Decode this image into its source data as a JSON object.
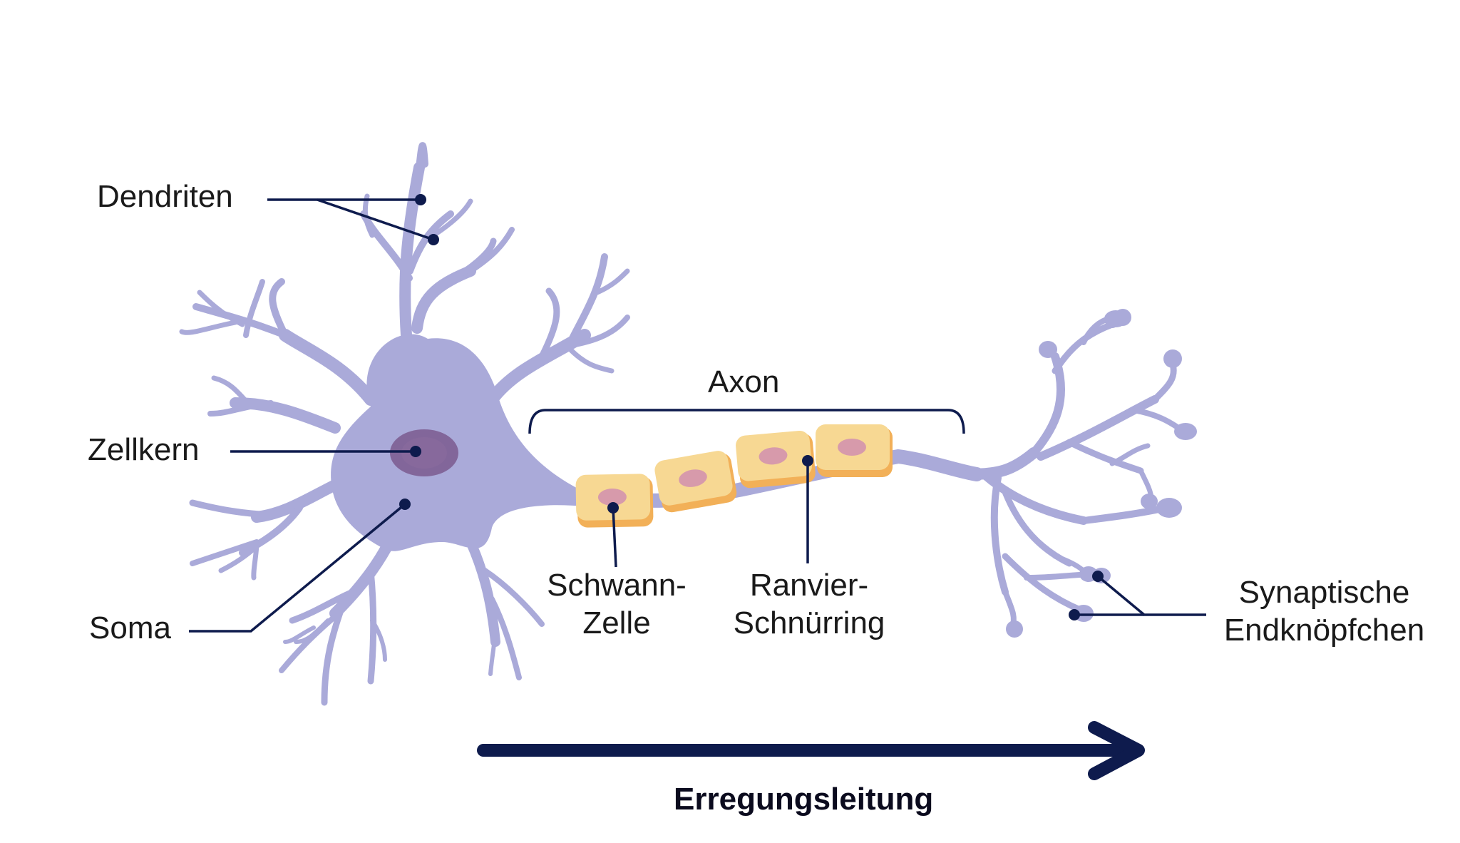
{
  "labels": {
    "dendriten": "Dendriten",
    "zellkern": "Zellkern",
    "soma": "Soma",
    "axon": "Axon",
    "schwann_1": "Schwann-",
    "schwann_2": "Zelle",
    "ranvier_1": "Ranvier-",
    "ranvier_2": "Schnürring",
    "synaptic_1": "Synaptische",
    "synaptic_2": "Endknöpfchen",
    "direction": "Erregungsleitung"
  },
  "colors": {
    "neuron": "#aaaad9",
    "nucleus": "#7b5a8e",
    "schwann_cell": "#f7d893",
    "schwann_edge": "#f2b058",
    "schwann_nucleus": "#d79aab",
    "line": "#0e1b4d",
    "arrow": "#0e1b4d"
  }
}
